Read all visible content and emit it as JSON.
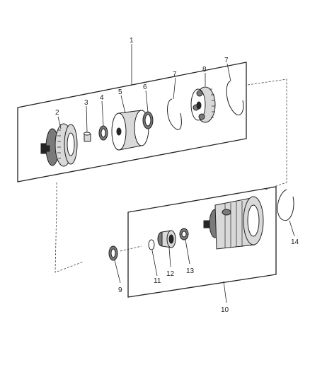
{
  "diagram": {
    "callouts": [
      {
        "id": "1",
        "text": "1"
      },
      {
        "id": "2",
        "text": "2"
      },
      {
        "id": "3",
        "text": "3"
      },
      {
        "id": "4",
        "text": "4"
      },
      {
        "id": "5",
        "text": "5"
      },
      {
        "id": "6",
        "text": "6"
      },
      {
        "id": "7a",
        "text": "7"
      },
      {
        "id": "7b",
        "text": "7"
      },
      {
        "id": "8",
        "text": "8"
      },
      {
        "id": "9",
        "text": "9"
      },
      {
        "id": "10",
        "text": "10"
      },
      {
        "id": "11",
        "text": "11"
      },
      {
        "id": "12",
        "text": "12"
      },
      {
        "id": "13",
        "text": "13"
      },
      {
        "id": "14",
        "text": "14"
      }
    ]
  }
}
